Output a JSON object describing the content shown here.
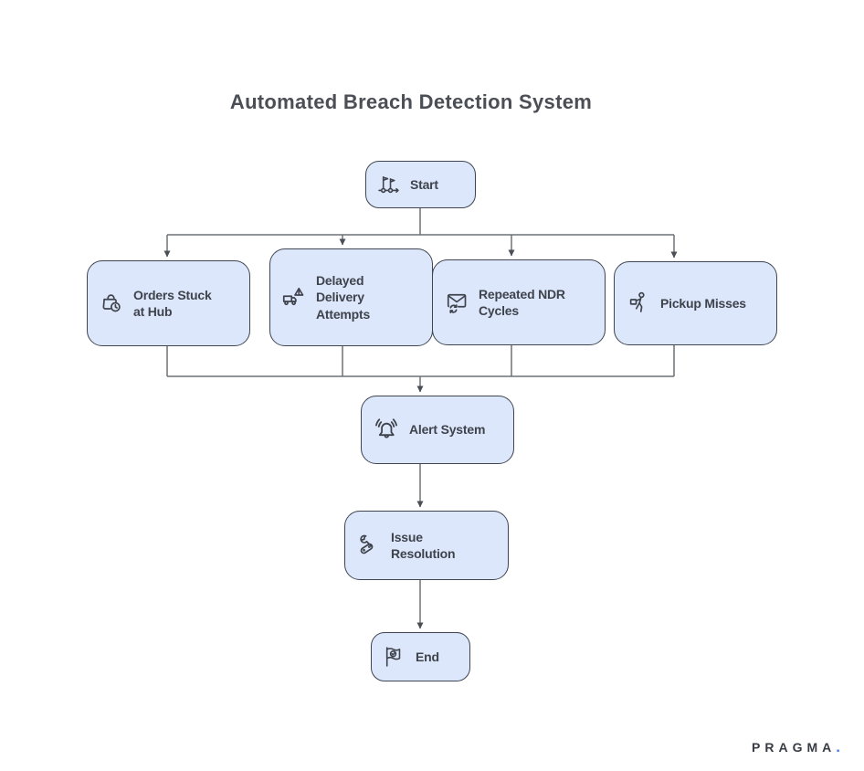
{
  "title": "Automated Breach Detection System",
  "brand": {
    "name": "PRAGMA",
    "dot": "."
  },
  "colors": {
    "background": "#ffffff",
    "node_fill": "#dce7fb",
    "node_border": "#3f4551",
    "node_text": "#3f434c",
    "connector": "#6e7277",
    "arrowhead": "#4a4e55",
    "title_text": "#4b4e55",
    "brand_text": "#383c44",
    "brand_dot": "#4a7df0"
  },
  "flow": {
    "nodes": [
      {
        "id": "start",
        "label": "Start",
        "icon": "milestone-flags-icon"
      },
      {
        "id": "orders-stuck-at-hub",
        "label": "Orders Stuck\nat Hub",
        "icon": "package-clock-icon"
      },
      {
        "id": "delayed-delivery-attempts",
        "label": "Delayed\nDelivery\nAttempts",
        "icon": "truck-warning-icon"
      },
      {
        "id": "repeated-ndr-cycles",
        "label": "Repeated NDR\nCycles",
        "icon": "envelope-refresh-icon"
      },
      {
        "id": "pickup-misses",
        "label": "Pickup Misses",
        "icon": "person-carrying-box-icon"
      },
      {
        "id": "alert-system",
        "label": "Alert System",
        "icon": "bell-ringing-icon"
      },
      {
        "id": "issue-resolution",
        "label": "Issue\nResolution",
        "icon": "tools-icon"
      },
      {
        "id": "end",
        "label": "End",
        "icon": "flag-check-icon"
      }
    ],
    "edges": [
      {
        "from": "start",
        "to": "orders-stuck-at-hub"
      },
      {
        "from": "start",
        "to": "delayed-delivery-attempts"
      },
      {
        "from": "start",
        "to": "repeated-ndr-cycles"
      },
      {
        "from": "start",
        "to": "pickup-misses"
      },
      {
        "from": "orders-stuck-at-hub",
        "to": "alert-system"
      },
      {
        "from": "delayed-delivery-attempts",
        "to": "alert-system"
      },
      {
        "from": "repeated-ndr-cycles",
        "to": "alert-system"
      },
      {
        "from": "pickup-misses",
        "to": "alert-system"
      },
      {
        "from": "alert-system",
        "to": "issue-resolution"
      },
      {
        "from": "issue-resolution",
        "to": "end"
      }
    ]
  }
}
